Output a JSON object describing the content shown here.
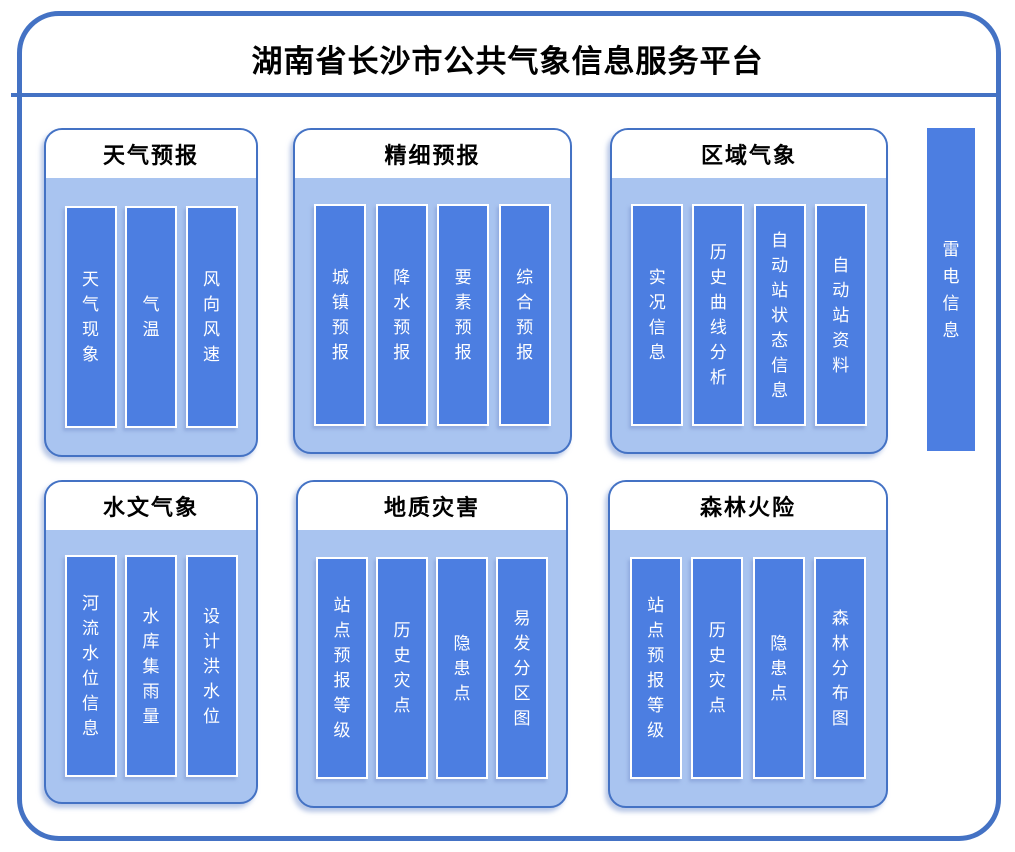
{
  "title": "湖南省长沙市公共气象信息服务平台",
  "colors": {
    "frame_border": "#4472C4",
    "panel_background": "#A9C4F0",
    "bar_fill": "#4C7EE1",
    "bar_border": "#FFFFFF",
    "bar_text": "#FFFFFF",
    "title_text": "#000000"
  },
  "sections": [
    {
      "title": "天气预报",
      "items": [
        "天气现象",
        "气温",
        "风向风速"
      ]
    },
    {
      "title": "精细预报",
      "items": [
        "城镇预报",
        "降水预报",
        "要素预报",
        "综合预报"
      ]
    },
    {
      "title": "区域气象",
      "items": [
        "实况信息",
        "历史曲线分析",
        "自动站状态信息",
        "自动站资料"
      ]
    },
    {
      "title": "水文气象",
      "items": [
        "河流水位信息",
        "水库集雨量",
        "设计洪水位"
      ]
    },
    {
      "title": "地质灾害",
      "items": [
        "站点预报等级",
        "历史灾点",
        "隐患点",
        "易发分区图"
      ]
    },
    {
      "title": "森林火险",
      "items": [
        "站点预报等级",
        "历史灾点",
        "隐患点",
        "森林分布图"
      ]
    }
  ],
  "side_bar": {
    "label": "雷电信息"
  }
}
